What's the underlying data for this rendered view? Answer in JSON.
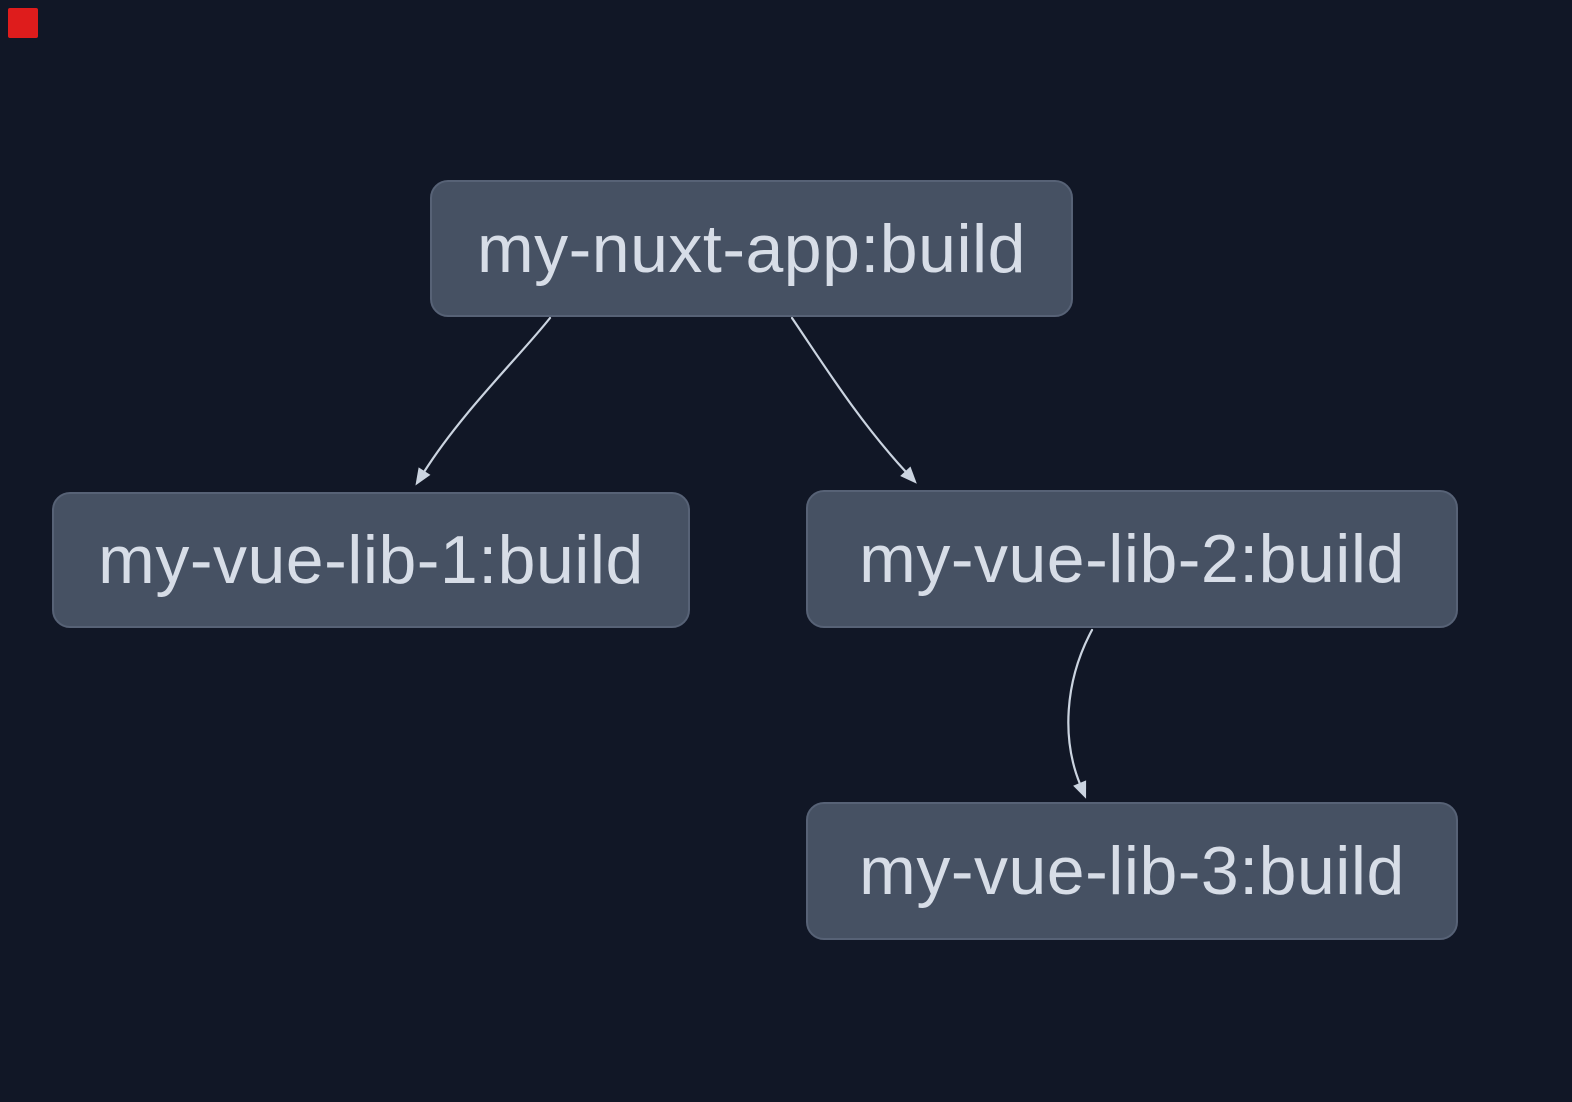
{
  "graph": {
    "type": "task-dependency-graph",
    "nodes": [
      {
        "id": "my-nuxt-app:build",
        "label": "my-nuxt-app:build"
      },
      {
        "id": "my-vue-lib-1:build",
        "label": "my-vue-lib-1:build"
      },
      {
        "id": "my-vue-lib-2:build",
        "label": "my-vue-lib-2:build"
      },
      {
        "id": "my-vue-lib-3:build",
        "label": "my-vue-lib-3:build"
      }
    ],
    "edges": [
      {
        "from": "my-nuxt-app:build",
        "to": "my-vue-lib-1:build"
      },
      {
        "from": "my-nuxt-app:build",
        "to": "my-vue-lib-2:build"
      },
      {
        "from": "my-vue-lib-2:build",
        "to": "my-vue-lib-3:build"
      }
    ],
    "colors": {
      "background": "#111726",
      "node_fill": "#465163",
      "node_border": "#576276",
      "node_text": "#d7dde7",
      "edge": "#cbd4e0",
      "red_marker": "#de1c1c"
    }
  }
}
